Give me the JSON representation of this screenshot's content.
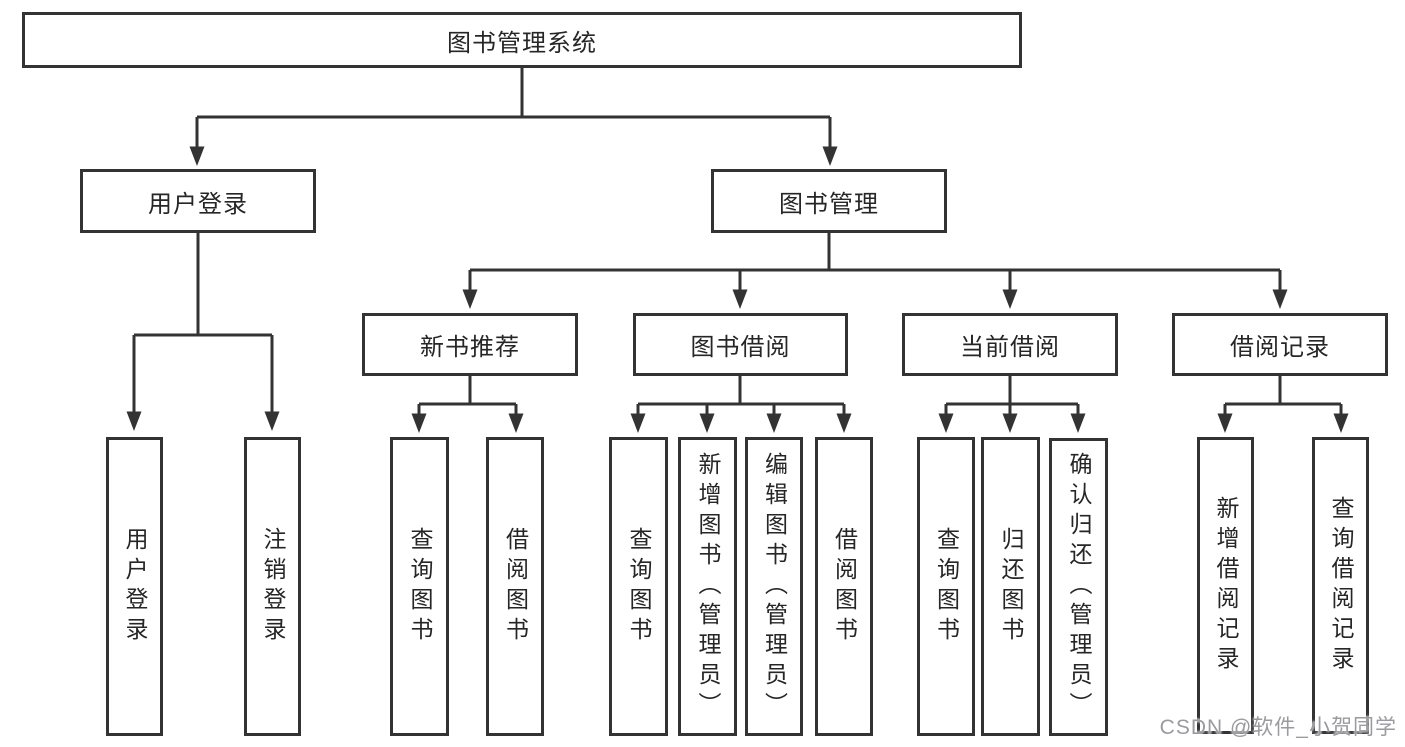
{
  "tree": {
    "root": {
      "label": "图书管理系统"
    },
    "branches": [
      {
        "label": "用户登录",
        "children": [
          {
            "label": "用户登录"
          },
          {
            "label": "注销登录"
          }
        ]
      },
      {
        "label": "图书管理",
        "sections": [
          {
            "label": "新书推荐",
            "children": [
              {
                "label": "查询图书"
              },
              {
                "label": "借阅图书"
              }
            ]
          },
          {
            "label": "图书借阅",
            "children": [
              {
                "label": "查询图书"
              },
              {
                "label": "新增图书（管理员）"
              },
              {
                "label": "编辑图书（管理员）"
              },
              {
                "label": "借阅图书"
              }
            ]
          },
          {
            "label": "当前借阅",
            "children": [
              {
                "label": "查询图书"
              },
              {
                "label": "归还图书"
              },
              {
                "label": "确认归还（管理员）"
              }
            ]
          },
          {
            "label": "借阅记录",
            "children": [
              {
                "label": "新增借阅记录"
              },
              {
                "label": "查询借阅记录"
              }
            ]
          }
        ]
      }
    ]
  },
  "watermark": {
    "text": "CSDN @软件_小贺同学"
  },
  "colors": {
    "line": "#333333",
    "box_border": "#333333",
    "text": "#262626",
    "watermark": "#9a9aa0",
    "background": "#ffffff"
  }
}
